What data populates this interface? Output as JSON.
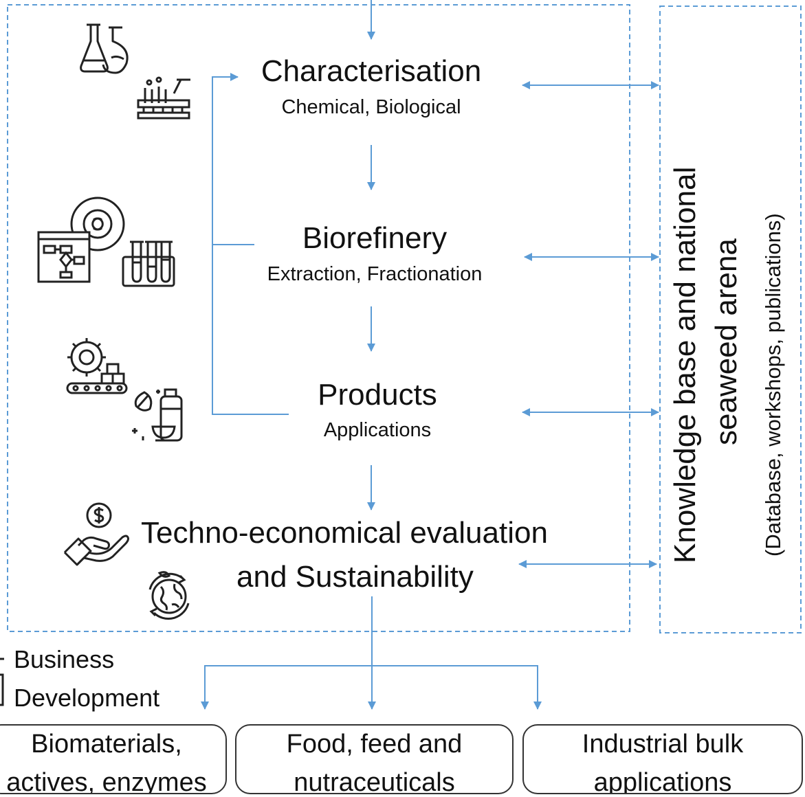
{
  "stages": [
    {
      "title": "Characterisation",
      "subtitle": "Chemical, Biological"
    },
    {
      "title": "Biorefinery",
      "subtitle": "Extraction, Fractionation"
    },
    {
      "title": "Products",
      "subtitle": "Applications"
    }
  ],
  "evaluation": {
    "line1": "Techno-economical evaluation",
    "line2": "and Sustainability"
  },
  "knowledge_base": {
    "line1": "Knowledge base and national",
    "line2": "seaweed arena",
    "line3": "(Database, workshops, publications)"
  },
  "business": {
    "line1": "Business",
    "line2": "Development"
  },
  "outputs": [
    {
      "line1": "Biomaterials,",
      "line2": "actives, enzymes"
    },
    {
      "line1": "Food, feed and",
      "line2": "nutraceuticals"
    },
    {
      "line1": "Industrial bulk",
      "line2": "applications"
    }
  ],
  "icons": [
    "lab-flasks-icon",
    "test-tube-rack-icon",
    "process-gear-icon",
    "test-tubes-icon",
    "conveyor-gear-icon",
    "cosmetics-icon",
    "money-hand-icon",
    "recycle-globe-icon"
  ],
  "colors": {
    "arrow": "#5b9bd5",
    "dashed_border": "#5b9bd5",
    "text": "#111111"
  }
}
